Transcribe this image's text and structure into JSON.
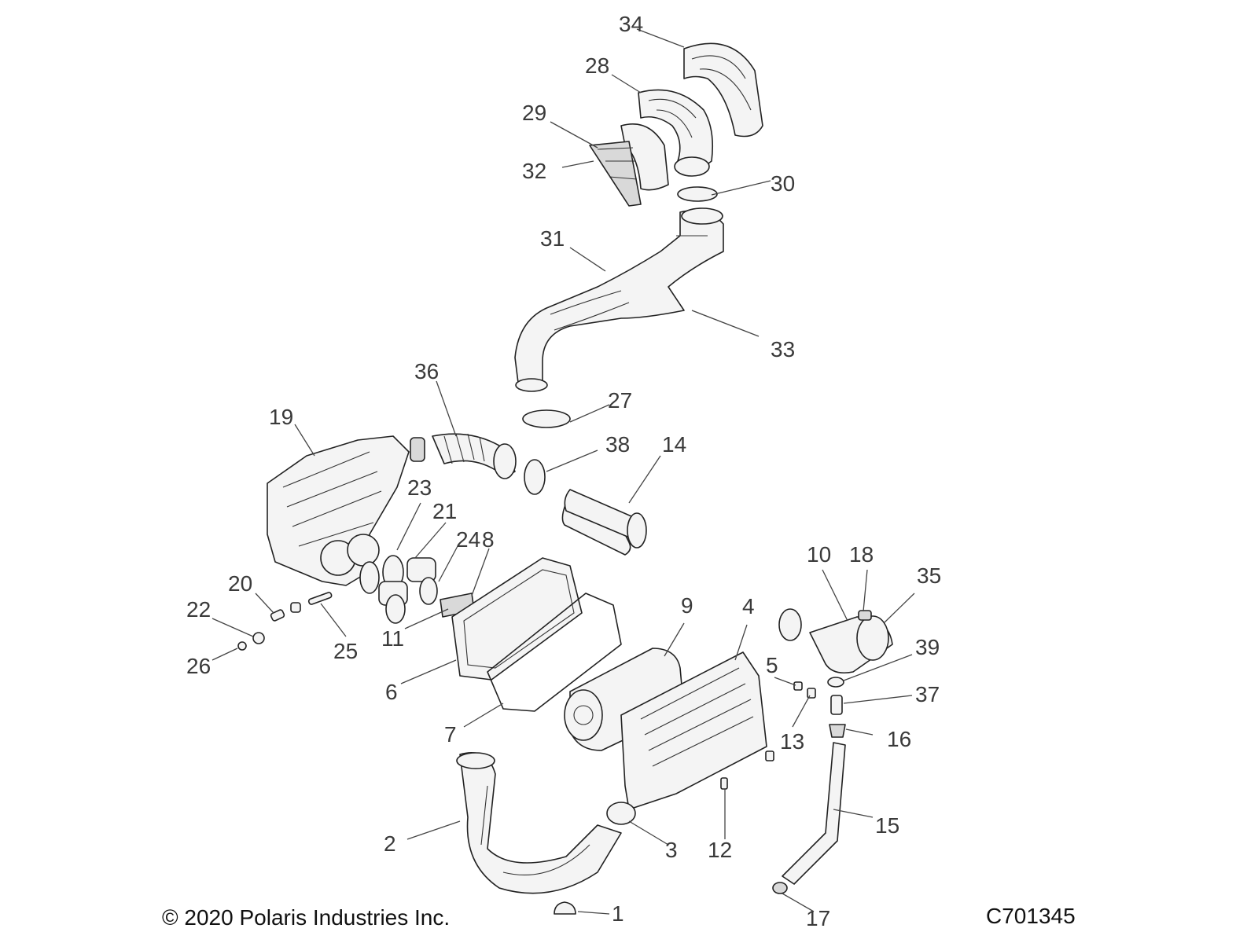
{
  "copyright": "© 2020 Polaris Industries Inc.",
  "diagram_code": "C701345",
  "callouts": [
    "1",
    "2",
    "3",
    "4",
    "5",
    "6",
    "7",
    "8",
    "9",
    "10",
    "11",
    "12",
    "13",
    "14",
    "15",
    "16",
    "17",
    "18",
    "19",
    "20",
    "21",
    "22",
    "23",
    "24",
    "25",
    "26",
    "27",
    "28",
    "29",
    "30",
    "31",
    "32",
    "33",
    "34",
    "35",
    "36",
    "37",
    "38",
    "39"
  ]
}
